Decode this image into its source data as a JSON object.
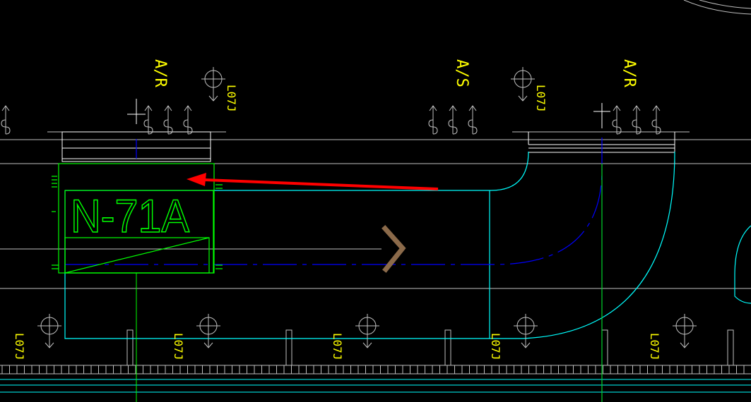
{
  "tags": {
    "ar_left": "A/R",
    "as_mid": "A/S",
    "ar_right": "A/R",
    "equipment": "N-71A"
  },
  "sprinkler_label": "L07J",
  "colors": {
    "background": "#000000",
    "duct": "#00ffff",
    "equipment": "#00ff00",
    "centerline": "#0000ff",
    "text": "#ffff00",
    "annotation_arrow": "#ff0000",
    "chevron": "#8b6a4a",
    "grid": "#c0c0c0"
  }
}
